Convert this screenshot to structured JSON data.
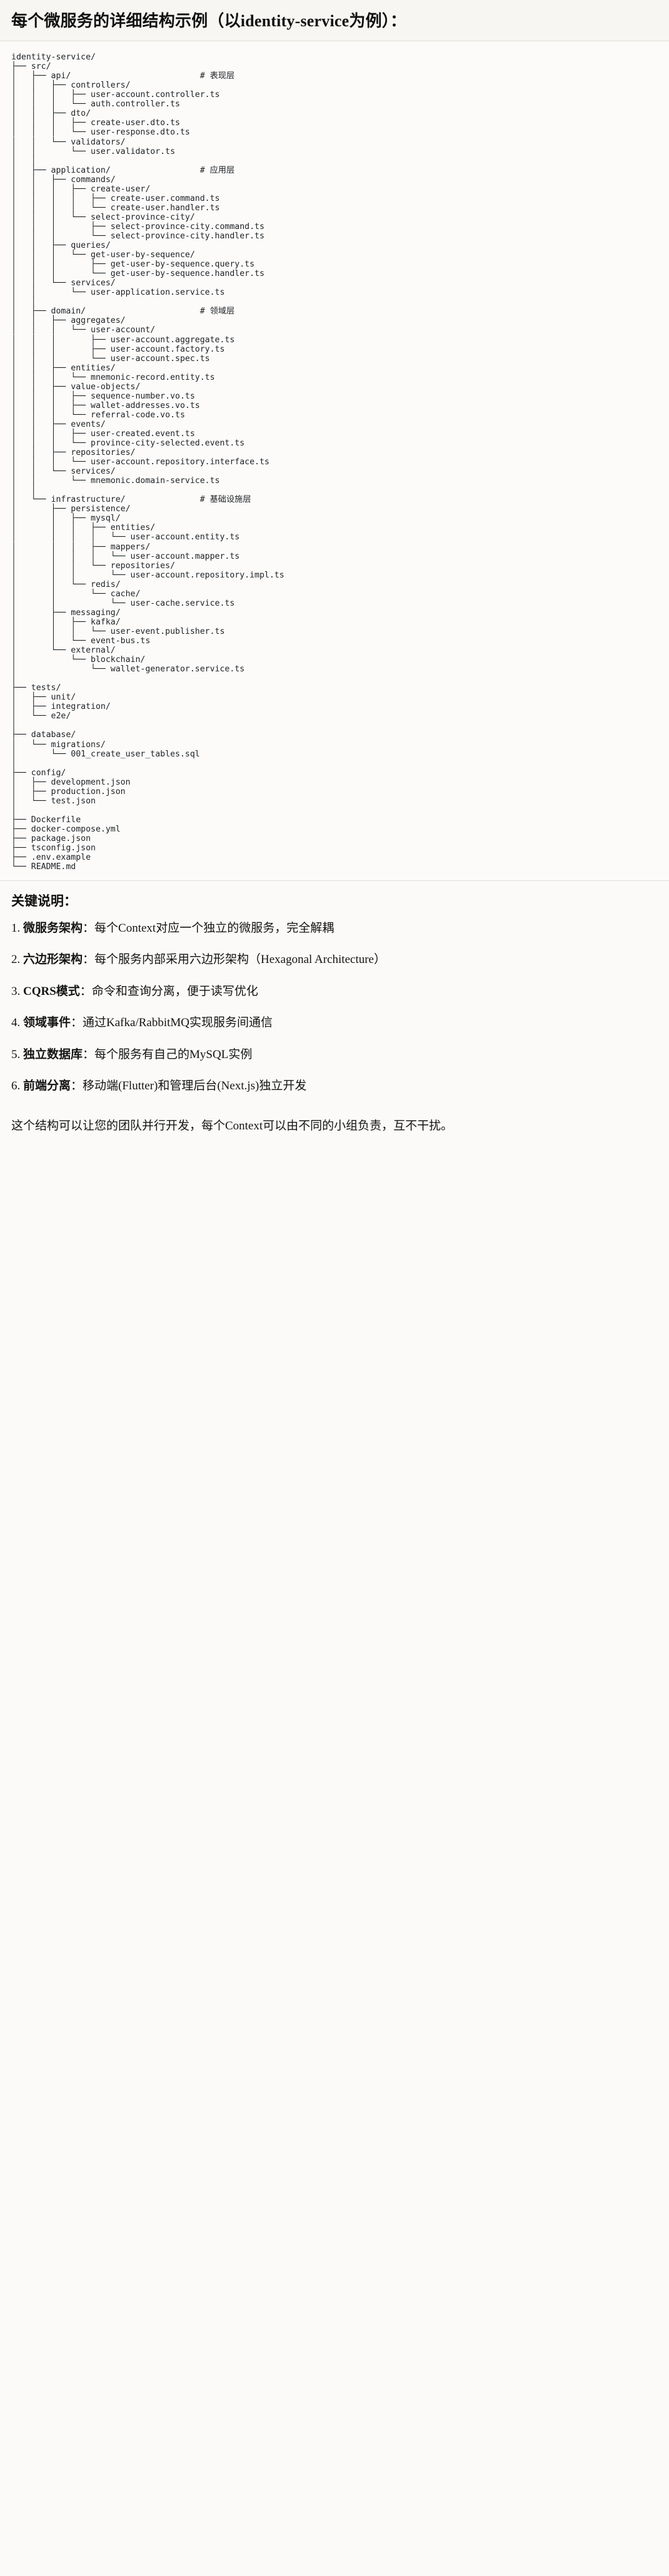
{
  "heading": "每个微服务的详细结构示例（以identity-service为例）：",
  "tree": {
    "root": "identity-service/",
    "lines": [
      "identity-service/",
      "├── src/",
      "│   ├── api/                          # 表现层",
      "│   │   ├── controllers/",
      "│   │   │   ├── user-account.controller.ts",
      "│   │   │   └── auth.controller.ts",
      "│   │   ├── dto/",
      "│   │   │   ├── create-user.dto.ts",
      "│   │   │   └── user-response.dto.ts",
      "│   │   └── validators/",
      "│   │       └── user.validator.ts",
      "│   │",
      "│   ├── application/                  # 应用层",
      "│   │   ├── commands/",
      "│   │   │   ├── create-user/",
      "│   │   │   │   ├── create-user.command.ts",
      "│   │   │   │   └── create-user.handler.ts",
      "│   │   │   └── select-province-city/",
      "│   │   │       ├── select-province-city.command.ts",
      "│   │   │       └── select-province-city.handler.ts",
      "│   │   ├── queries/",
      "│   │   │   └── get-user-by-sequence/",
      "│   │   │       ├── get-user-by-sequence.query.ts",
      "│   │   │       └── get-user-by-sequence.handler.ts",
      "│   │   └── services/",
      "│   │       └── user-application.service.ts",
      "│   │",
      "│   ├── domain/                       # 领域层",
      "│   │   ├── aggregates/",
      "│   │   │   └── user-account/",
      "│   │   │       ├── user-account.aggregate.ts",
      "│   │   │       ├── user-account.factory.ts",
      "│   │   │       └── user-account.spec.ts",
      "│   │   ├── entities/",
      "│   │   │   └── mnemonic-record.entity.ts",
      "│   │   ├── value-objects/",
      "│   │   │   ├── sequence-number.vo.ts",
      "│   │   │   ├── wallet-addresses.vo.ts",
      "│   │   │   └── referral-code.vo.ts",
      "│   │   ├── events/",
      "│   │   │   ├── user-created.event.ts",
      "│   │   │   └── province-city-selected.event.ts",
      "│   │   ├── repositories/",
      "│   │   │   └── user-account.repository.interface.ts",
      "│   │   └── services/",
      "│   │       └── mnemonic.domain-service.ts",
      "│   │",
      "│   └── infrastructure/               # 基础设施层",
      "│       ├── persistence/",
      "│       │   ├── mysql/",
      "│       │   │   ├── entities/",
      "│       │   │   │   └── user-account.entity.ts",
      "│       │   │   ├── mappers/",
      "│       │   │   │   └── user-account.mapper.ts",
      "│       │   │   └── repositories/",
      "│       │   │       └── user-account.repository.impl.ts",
      "│       │   └── redis/",
      "│       │       └── cache/",
      "│       │           └── user-cache.service.ts",
      "│       ├── messaging/",
      "│       │   ├── kafka/",
      "│       │   │   └── user-event.publisher.ts",
      "│       │   └── event-bus.ts",
      "│       └── external/",
      "│           └── blockchain/",
      "│               └── wallet-generator.service.ts",
      "│",
      "├── tests/",
      "│   ├── unit/",
      "│   ├── integration/",
      "│   └── e2e/",
      "│",
      "├── database/",
      "│   └── migrations/",
      "│       └── 001_create_user_tables.sql",
      "│",
      "├── config/",
      "│   ├── development.json",
      "│   ├── production.json",
      "│   └── test.json",
      "│",
      "├── Dockerfile",
      "├── docker-compose.yml",
      "├── package.json",
      "├── tsconfig.json",
      "├── .env.example",
      "└── README.md"
    ],
    "layer_comments": [
      "# 表现层",
      "# 应用层",
      "# 领域层",
      "# 基础设施层"
    ]
  },
  "notes": {
    "title": "关键说明：",
    "items": [
      {
        "num": "1.",
        "term": "微服务架构",
        "sep": "：",
        "desc": "每个Context对应一个独立的微服务，完全解耦"
      },
      {
        "num": "2.",
        "term": "六边形架构",
        "sep": "：",
        "desc": "每个服务内部采用六边形架构（Hexagonal Architecture）"
      },
      {
        "num": "3.",
        "term": "CQRS模式",
        "sep": "：",
        "desc": "命令和查询分离，便于读写优化"
      },
      {
        "num": "4.",
        "term": "领域事件",
        "sep": "：",
        "desc": "通过Kafka/RabbitMQ实现服务间通信"
      },
      {
        "num": "5.",
        "term": "独立数据库",
        "sep": "：",
        "desc": "每个服务有自己的MySQL实例"
      },
      {
        "num": "6.",
        "term": "前端分离",
        "sep": "：",
        "desc": "移动端(Flutter)和管理后台(Next.js)独立开发"
      }
    ],
    "closing": "这个结构可以让您的团队并行开发，每个Context可以由不同的小组负责，互不干扰。"
  }
}
